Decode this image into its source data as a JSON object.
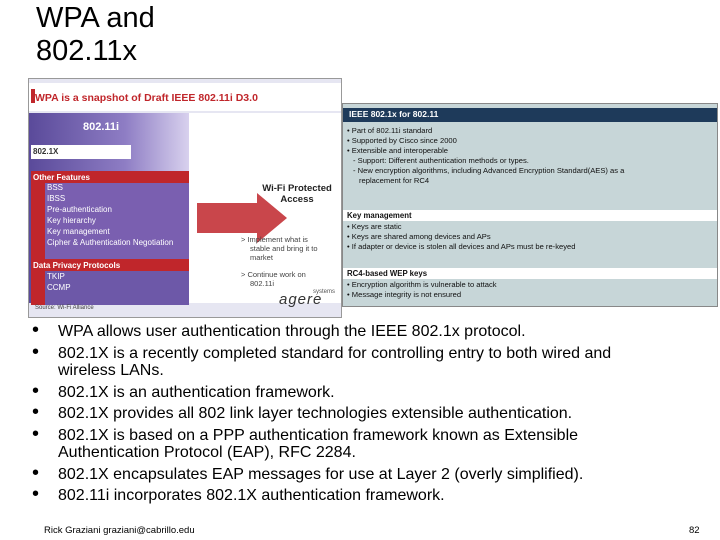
{
  "title": [
    "WPA and",
    "802.11x"
  ],
  "left_figure": {
    "heading": "WPA is a snapshot of Draft IEEE 802.11i D3.0",
    "label_80211i": "802.11i",
    "label_8021x": "802.1X",
    "other_features_title": "Other Features",
    "other_features": [
      "BSS",
      "IBSS",
      "Pre-authentication",
      "Key hierarchy",
      "Key management",
      "Cipher & Authentication Negotiation"
    ],
    "data_privacy_title": "Data Privacy Protocols",
    "data_privacy": [
      "TKIP",
      "CCMP"
    ],
    "wifi_label": [
      "Wi-Fi Protected",
      "Access"
    ],
    "side_bullets": [
      [
        "Implement what is",
        "stable and bring it to",
        "market"
      ],
      [
        "Continue work on",
        "802.11i"
      ]
    ],
    "source": "Source: Wi-Fi Alliance",
    "logo": "agere",
    "logo_sub": "systems"
  },
  "right_figure": {
    "heading": "IEEE 802.1x for 802.11",
    "intro_lines": [
      "• Part of 802.11i standard",
      "• Supported by Cisco since 2000",
      "• Extensible and interoperable",
      "  - Support: Different authentication methods or types.",
      "  - New encryption algorithms, including Advanced Encryption Standard(AES) as a",
      "    replacement for RC4"
    ],
    "key_mgmt_title": "Key management",
    "key_mgmt_lines": [
      "• Keys are static",
      "• Keys are shared among devices and APs",
      "• If adapter or device is stolen all devices and APs must be re-keyed"
    ],
    "wep_title": "RC4-based WEP keys",
    "wep_lines": [
      "• Encryption algorithm is vulnerable to attack",
      "• Message integrity is not ensured"
    ]
  },
  "bullets": [
    [
      "WPA allows user authentication through the IEEE 802.1x protocol."
    ],
    [
      "802.1X is a recently completed standard for controlling entry to both wired and",
      "wireless LANs."
    ],
    [
      "802.1X is an authentication framework."
    ],
    [
      "802.1X provides all 802 link layer technologies extensible authentication."
    ],
    [
      "802.1X is based on a PPP authentication framework known as Extensible",
      "Authentication Protocol (EAP), RFC 2284."
    ],
    [
      "802.1X encapsulates EAP messages for use at Layer 2 (overly simplified)."
    ],
    [
      "802.11i incorporates 802.1X authentication framework."
    ]
  ],
  "footer": "Rick Graziani  graziani@cabrillo.edu",
  "page_number": "82"
}
